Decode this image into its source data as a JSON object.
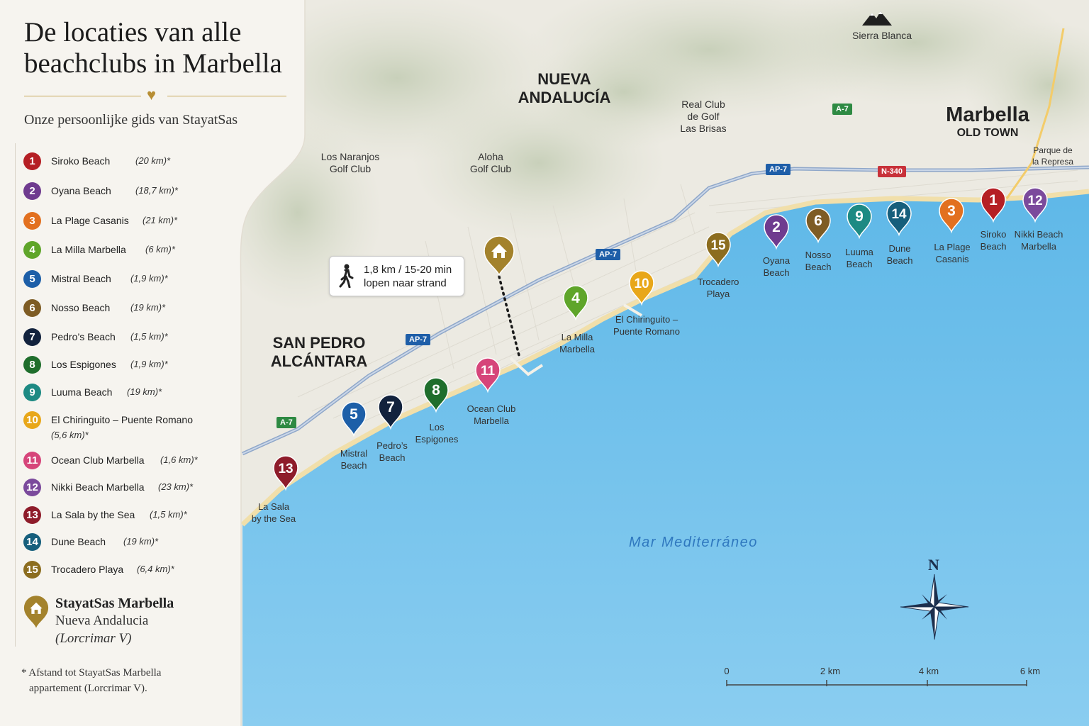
{
  "title": "De locaties van alle beachclubs in Marbella",
  "subtitle": "Onze persoonlijke gids van StayatSas",
  "legend": [
    {
      "num": "1",
      "name": "Siroko Beach",
      "distance": "(20 km)*",
      "color": "#b51f24"
    },
    {
      "num": "2",
      "name": "Oyana Beach",
      "distance": "(18,7 km)*",
      "color": "#6f3b8f"
    },
    {
      "num": "3",
      "name": "La Plage Casanis",
      "distance": "(21 km)*",
      "color": "#e2701f"
    },
    {
      "num": "4",
      "name": "La Milla Marbella",
      "distance": "(6 km)*",
      "color": "#5fa52a"
    },
    {
      "num": "5",
      "name": "Mistral Beach",
      "distance": "(1,9 km)*",
      "color": "#1d5fa8"
    },
    {
      "num": "6",
      "name": "Nosso Beach",
      "distance": "(19 km)*",
      "color": "#7e5c24"
    },
    {
      "num": "7",
      "name": "Pedro’s Beach",
      "distance": "(1,5 km)*",
      "color": "#12223d"
    },
    {
      "num": "8",
      "name": "Los Espigones",
      "distance": "(1,9 km)*",
      "color": "#1f6e2c"
    },
    {
      "num": "9",
      "name": "Luuma Beach",
      "distance": "(19 km)*",
      "color": "#1d8a83"
    },
    {
      "num": "10",
      "name": "El Chiringuito – Puente Romano",
      "distance": "(5,6 km)*",
      "color": "#e8a71a"
    },
    {
      "num": "11",
      "name": "Ocean Club Marbella",
      "distance": "(1,6 km)*",
      "color": "#d6457a"
    },
    {
      "num": "12",
      "name": "Nikki Beach Marbella",
      "distance": "(23 km)*",
      "color": "#7b4a9c"
    },
    {
      "num": "13",
      "name": "La Sala by the Sea",
      "distance": "(1,5 km)*",
      "color": "#8e1c2a"
    },
    {
      "num": "14",
      "name": "Dune Beach",
      "distance": "(19 km)*",
      "color": "#165f7c"
    },
    {
      "num": "15",
      "name": "Trocadero Playa",
      "distance": "(6,4 km)*",
      "color": "#8c6d1f"
    }
  ],
  "home": {
    "name": "StayatSas Marbella",
    "area": "Nueva Andalucia",
    "building": "(Lorcrimar V)",
    "color": "#a3822c",
    "icon": "house-icon"
  },
  "footnote": {
    "line1": "* Afstand tot StayatSas Marbella",
    "line2": "appartement (Lorcrimar V)."
  },
  "map": {
    "regions": [
      {
        "line1": "NUEVA",
        "line2": "ANDALUCÍA"
      },
      {
        "line1": "SAN PEDRO",
        "line2": "ALCÁNTARA"
      },
      {
        "line1": "Marbella",
        "line2": "OLD TOWN"
      }
    ],
    "places": [
      {
        "line1": "Los Naranjos",
        "line2": "Golf Club"
      },
      {
        "line1": "Aloha",
        "line2": "Golf Club"
      },
      {
        "line1": "Real Club",
        "line2": "de Golf",
        "line3": "Las Brisas"
      },
      {
        "line1": "Sierra Blanca"
      },
      {
        "line1": "Parque de",
        "line2": "la Represa"
      }
    ],
    "sea": "Mar   Mediterráneo",
    "walk": {
      "line1": "1,8 km / 15-20 min",
      "line2": "lopen naar strand"
    },
    "roads": [
      {
        "label": "A-7",
        "color": "#2e8a43"
      },
      {
        "label": "AP-7",
        "color": "#1e5ea8"
      },
      {
        "label": "AP-7",
        "color": "#1e5ea8"
      },
      {
        "label": "AP-7",
        "color": "#1e5ea8"
      },
      {
        "label": "A-7",
        "color": "#2e8a43"
      },
      {
        "label": "N-340",
        "color": "#c8323a"
      }
    ],
    "markers": [
      {
        "num": "13",
        "line1": "La Sala",
        "line2": "by the Sea"
      },
      {
        "num": "5",
        "line1": "Mistral",
        "line2": "Beach"
      },
      {
        "num": "7",
        "line1": "Pedro’s",
        "line2": "Beach"
      },
      {
        "num": "8",
        "line1": "Los",
        "line2": "Espigones"
      },
      {
        "num": "11",
        "line1": "Ocean Club",
        "line2": "Marbella"
      },
      {
        "num": "4",
        "line1": "La Milla",
        "line2": "Marbella"
      },
      {
        "num": "10",
        "line1": "El Chiringuito –",
        "line2": "Puente Romano"
      },
      {
        "num": "15",
        "line1": "Trocadero",
        "line2": "Playa"
      },
      {
        "num": "2",
        "line1": "Oyana",
        "line2": "Beach"
      },
      {
        "num": "6",
        "line1": "Nosso",
        "line2": "Beach"
      },
      {
        "num": "9",
        "line1": "Luuma",
        "line2": "Beach"
      },
      {
        "num": "14",
        "line1": "Dune",
        "line2": "Beach"
      },
      {
        "num": "3",
        "line1": "La Plage",
        "line2": "Casanis"
      },
      {
        "num": "1",
        "line1": "Siroko",
        "line2": "Beach"
      },
      {
        "num": "12",
        "line1": "Nikki Beach",
        "line2": "Marbella"
      }
    ],
    "compass": "N",
    "scale": [
      "0",
      "2 km",
      "4 km",
      "6 km"
    ],
    "colors": {
      "sea": "#6fc0ea",
      "land": "#eceae2",
      "beach": "#f1dfaa",
      "highway": "#8fa7c9"
    }
  }
}
